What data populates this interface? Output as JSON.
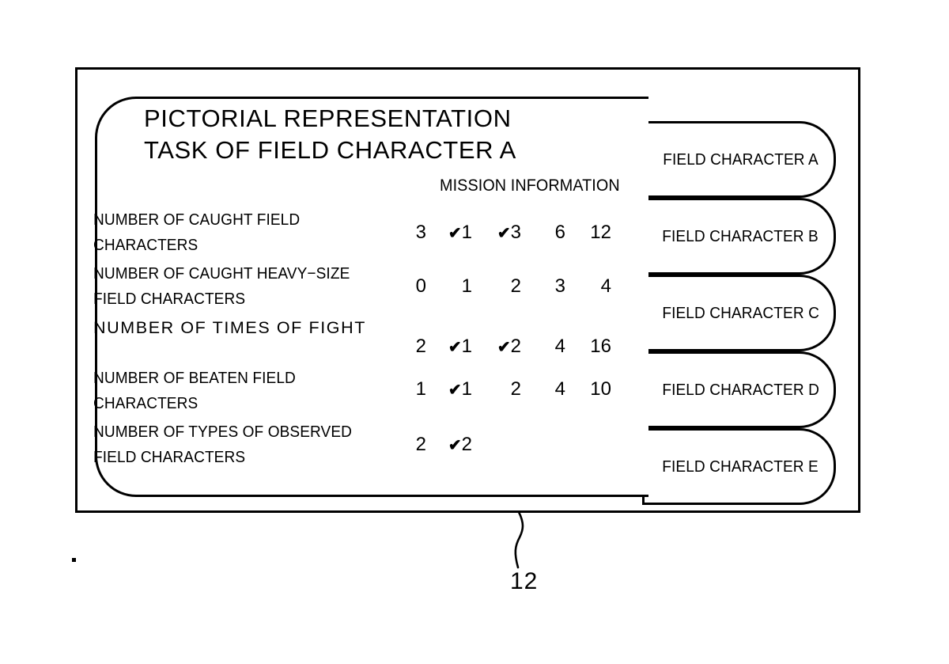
{
  "figure": {
    "reference_numeral": "12",
    "corner_mark": "."
  },
  "panel": {
    "title": "PICTORIAL REPRESENTATION\nTASK OF FIELD CHARACTER A",
    "column_group_header": "MISSION INFORMATION"
  },
  "rows": [
    {
      "label": "NUMBER OF CAUGHT FIELD\nCHARACTERS",
      "values": [
        {
          "check": "",
          "value": "3"
        },
        {
          "check": "✔",
          "value": "1"
        },
        {
          "check": "✔",
          "value": "3"
        },
        {
          "check": "",
          "value": "6"
        },
        {
          "check": "",
          "value": "12"
        }
      ]
    },
    {
      "label": "NUMBER OF CAUGHT HEAVY−SIZE\nFIELD CHARACTERS",
      "values": [
        {
          "check": "",
          "value": "0"
        },
        {
          "check": "",
          "value": "1"
        },
        {
          "check": "",
          "value": "2"
        },
        {
          "check": "",
          "value": "3"
        },
        {
          "check": "",
          "value": "4"
        }
      ]
    },
    {
      "label": "NUMBER OF TIMES OF FIGHT",
      "values": [
        {
          "check": "",
          "value": "2"
        },
        {
          "check": "✔",
          "value": "1"
        },
        {
          "check": "✔",
          "value": "2"
        },
        {
          "check": "",
          "value": "4"
        },
        {
          "check": "",
          "value": "16"
        }
      ]
    },
    {
      "label": "NUMBER OF BEATEN FIELD\nCHARACTERS",
      "values": [
        {
          "check": "",
          "value": "1"
        },
        {
          "check": "✔",
          "value": "1"
        },
        {
          "check": "",
          "value": "2"
        },
        {
          "check": "",
          "value": "4"
        },
        {
          "check": "",
          "value": "10"
        }
      ]
    },
    {
      "label": "NUMBER OF TYPES OF OBSERVED\nFIELD CHARACTERS",
      "values": [
        {
          "check": "",
          "value": "2"
        },
        {
          "check": "✔",
          "value": "2"
        },
        {
          "check": "",
          "value": ""
        },
        {
          "check": "",
          "value": ""
        },
        {
          "check": "",
          "value": ""
        }
      ]
    }
  ],
  "tabs": [
    {
      "label": "FIELD CHARACTER A"
    },
    {
      "label": "FIELD CHARACTER B"
    },
    {
      "label": "FIELD CHARACTER C"
    },
    {
      "label": "FIELD CHARACTER D"
    },
    {
      "label": "FIELD CHARACTER E"
    }
  ],
  "colors": {
    "line": "#000000",
    "background": "#ffffff"
  }
}
